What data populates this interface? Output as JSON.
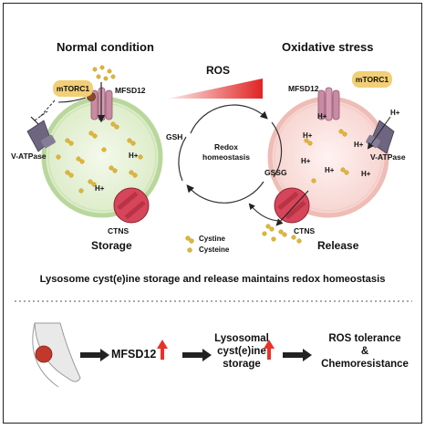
{
  "left_panel": {
    "title": "Normal condition",
    "mtorc1": "mTORC1",
    "mfsd12": "MFSD12",
    "vatpase": "V-ATPase",
    "ctns": "CTNS",
    "h1": "H+",
    "h2": "H+",
    "state": "Storage"
  },
  "right_panel": {
    "title": "Oxidative stress",
    "mtorc1": "mTORC1",
    "mfsd12": "MFSD12",
    "vatpase": "V-ATPase",
    "ctns": "CTNS",
    "h_top": "H+",
    "h_vat": "H+",
    "h_inner": [
      "H+",
      "H+",
      "H+",
      "H+",
      "H+"
    ],
    "state": "Release"
  },
  "center": {
    "ros": "ROS",
    "cycle_title": "Redox\nhomeostasis",
    "gsh": "GSH",
    "gssg": "GSSG"
  },
  "legend": {
    "cystine": "Cystine",
    "cysteine": "Cysteine"
  },
  "caption": "Lysosome cyst(e)ine storage and release maintains redox homeostasis",
  "flow": {
    "mfsd12": "MFSD12",
    "storage": "Lysosomal\ncyst(e)ine\nstorage",
    "outcome": "ROS tolerance\n&\nChemoresistance"
  },
  "colors": {
    "lysosome_normal": "#dfeecb",
    "lysosome_stress": "#f7d9d6",
    "mfsd12": "#c98aa3",
    "ctns": "#d6455a",
    "vatpase": "#6e6680",
    "mtorc1": "#f2cf76",
    "cystine": "#e3b62e",
    "ros_gradient_end": "#e02424",
    "up_arrow": "#e8322a"
  }
}
